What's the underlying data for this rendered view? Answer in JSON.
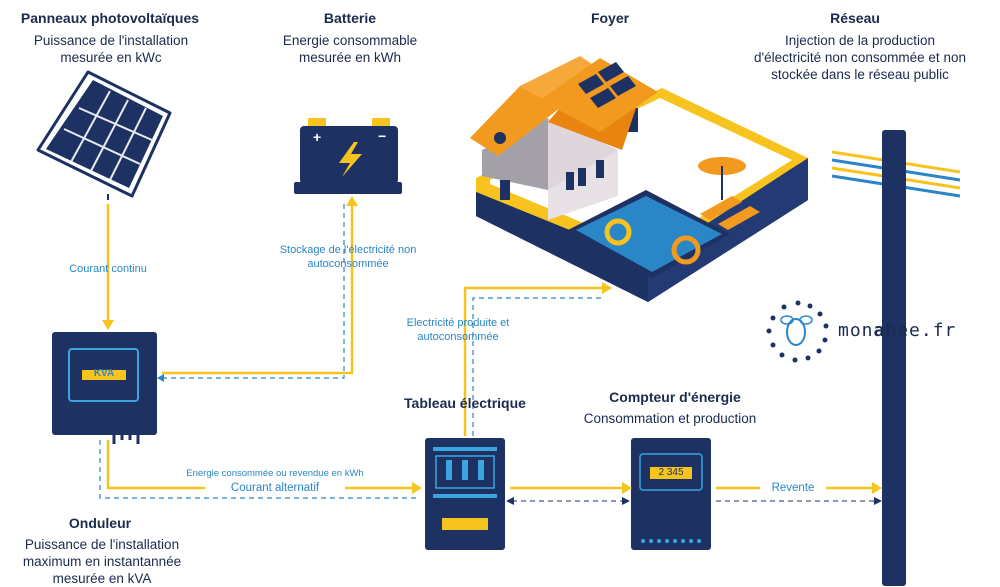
{
  "panneaux": {
    "title": "Panneaux photovoltaïques",
    "desc1": "Puissance de l'installation",
    "desc2": "mesurée en kWc"
  },
  "batterie": {
    "title": "Batterie",
    "desc1": "Energie consommable",
    "desc2": "mesurée en kWh"
  },
  "foyer": {
    "title": "Foyer"
  },
  "reseau": {
    "title": "Réseau",
    "desc1": "Injection de la production",
    "desc2": "d'électricité non consommée et non",
    "desc3": "stockée dans le réseau public"
  },
  "onduleur": {
    "title": "Onduleur",
    "display": "KVA",
    "desc1": "Puissance de l'installation",
    "desc2": "maximum en instantannée",
    "desc3": "mesurée en kVA"
  },
  "tableau": {
    "title": "Tableau électrique"
  },
  "compteur": {
    "title": "Compteur d'énergie",
    "desc": "Consommation et production",
    "display": "2 345"
  },
  "flows": {
    "courant_continu": "Courant continu",
    "stockage1": "Stockage de l'électricité non",
    "stockage2": "autoconsommée",
    "produite1": "Electricité produite et",
    "produite2": "autoconsommée",
    "energie": "Energie consommée ou revendue en kWh",
    "courant_alternatif": "Courant alternatif",
    "revente": "Revente"
  },
  "brand": {
    "text_pre": "mon",
    "text_mid": "a",
    "text_post": "bee.fr"
  },
  "colors": {
    "navy": "#1e3163",
    "yellow": "#f7c31f",
    "orange": "#f29a1f",
    "blue": "#2a86c7",
    "lightblue": "#3aa5de"
  }
}
